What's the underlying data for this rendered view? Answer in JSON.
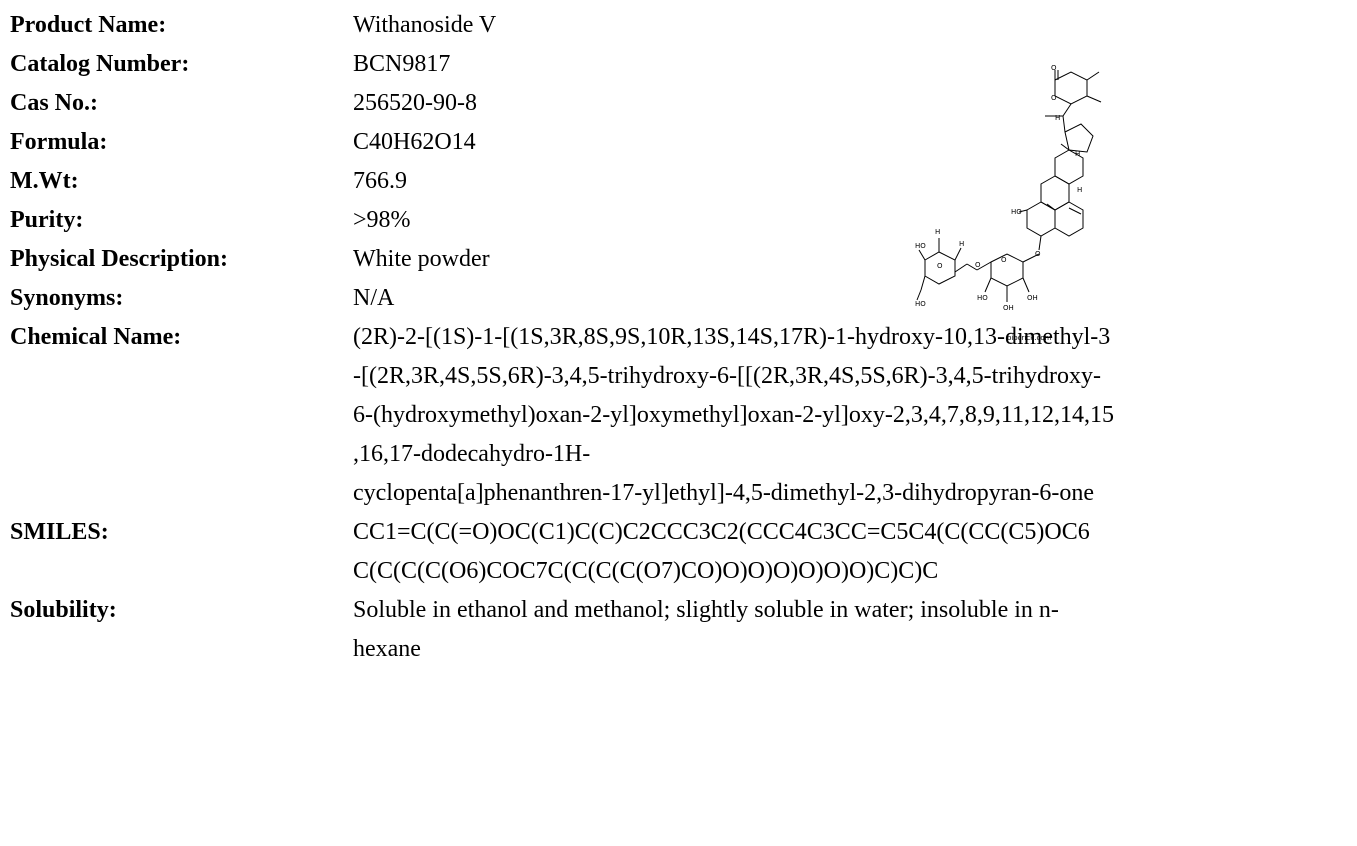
{
  "fields": {
    "product_name": {
      "label": "Product Name:",
      "value": "Withanoside V"
    },
    "catalog_number": {
      "label": "Catalog Number:",
      "value": "BCN9817"
    },
    "cas_no": {
      "label": "Cas No.:",
      "value": "256520-90-8"
    },
    "formula": {
      "label": "Formula:",
      "value": "C40H62O14"
    },
    "mwt": {
      "label": "M.Wt:",
      "value": "766.9"
    },
    "purity": {
      "label": "Purity:",
      "value": ">98%"
    },
    "physical_description": {
      "label": "Physical Description:",
      "value": "White powder"
    },
    "synonyms": {
      "label": "Synonyms:",
      "value": "N/A"
    },
    "chemical_name": {
      "label": "Chemical Name:",
      "lines": [
        "(2R)-2-[(1S)-1-[(1S,3R,8S,9S,10R,13S,14S,17R)-1-hydroxy-10,13-dimethyl-3",
        "-[(2R,3R,4S,5S,6R)-3,4,5-trihydroxy-6-[[(2R,3R,4S,5S,6R)-3,4,5-trihydroxy-",
        "6-(hydroxymethyl)oxan-2-yl]oxymethyl]oxan-2-yl]oxy-2,3,4,7,8,9,11,12,14,15",
        ",16,17-dodecahydro-1H-",
        "cyclopenta[a]phenanthren-17-yl]ethyl]-4,5-dimethyl-2,3-dihydropyran-6-one"
      ]
    },
    "smiles": {
      "label": "SMILES:",
      "lines": [
        "CC1=C(C(=O)OC(C1)C(C)C2CCC3C2(CCC4C3CC=C5C4(C(CC(C5)OC6",
        "C(C(C(C(O6)COC7C(C(C(C(O7)CO)O)O)O)O)O)O)C)C)C"
      ]
    },
    "solubility": {
      "label": "Solubility:",
      "lines": [
        "Soluble in ethanol and methanol; slightly soluble in water; insoluble in n-",
        "hexane"
      ]
    }
  },
  "structure": {
    "watermark": "biocrick.com",
    "atom_o": "O",
    "atom_h": "H",
    "atom_ho": "HO",
    "atom_oh": "OH"
  }
}
